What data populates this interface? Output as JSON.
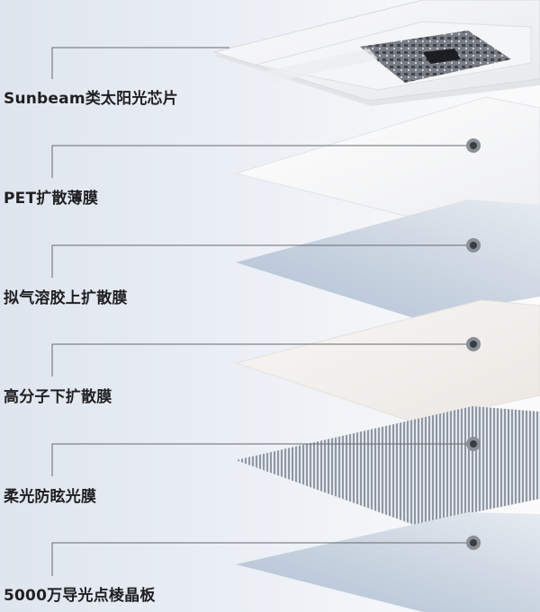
{
  "layers": [
    {
      "label": "Sunbeam类太阳光芯片",
      "kind": "chip-panel"
    },
    {
      "label": "PET扩散薄膜",
      "kind": "white-film"
    },
    {
      "label": "拟气溶胶上扩散膜",
      "kind": "blue-film"
    },
    {
      "label": "高分子下扩散膜",
      "kind": "cream-film"
    },
    {
      "label": "柔光防眩光膜",
      "kind": "striped-film"
    },
    {
      "label": "5000万导光点棱晶板",
      "kind": "blue-film"
    }
  ]
}
